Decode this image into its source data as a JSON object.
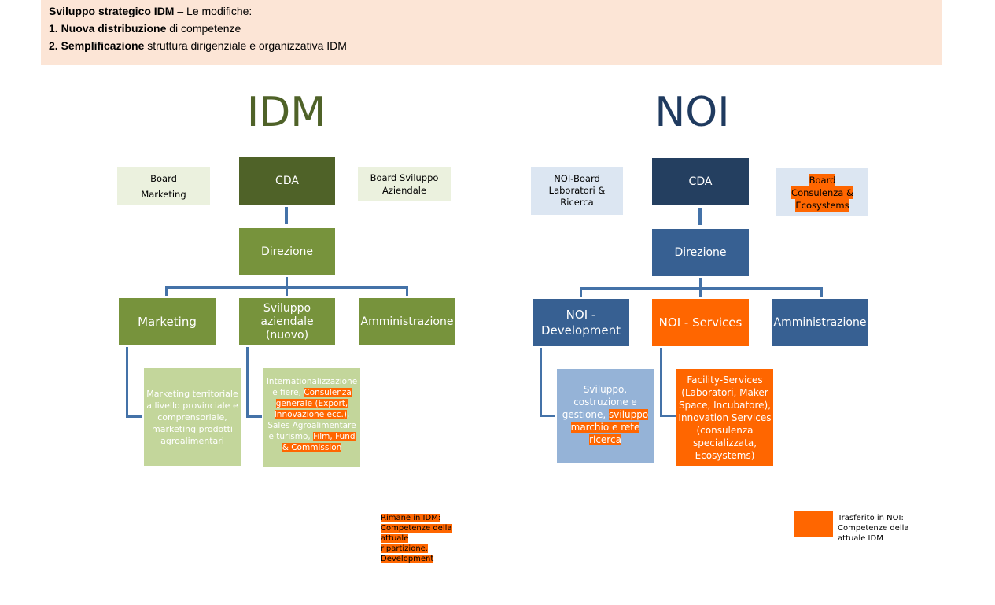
{
  "header": {
    "line1_bold": "Sviluppo strategico IDM",
    "line1_rest": " – Le modifiche:",
    "line2_bold": "1. Nuova distribuzione",
    "line2_rest": " di competenze",
    "line3_bold": "2. Semplificazione",
    "line3_rest": " struttura dirigenziale e organizzativa IDM"
  },
  "idm": {
    "title": "IDM",
    "board_marketing_1": "Board",
    "board_marketing_2": "Marketing",
    "cda": "CDA",
    "board_sviluppo": "Board Sviluppo Aziendale",
    "direzione": "Direzione",
    "marketing": "Marketing",
    "sviluppo": "Sviluppo aziendale (nuovo)",
    "amministrazione": "Amministrazione",
    "desc_marketing": "Marketing territoriale a livello provinciale e comprensoriale, marketing prodotti agroalimentari",
    "desc_sviluppo_1": "Internationalizzazione e fiere, ",
    "desc_sviluppo_2": "Consulenza generale (Export, Innovazione ecc.)",
    "desc_sviluppo_3": ", Sales Agroalimentare e turismo, ",
    "desc_sviluppo_4": "Film, Fund & Commission"
  },
  "noi": {
    "title": "NOI",
    "board_lab": "NOI-Board Laboratori & Ricerca",
    "cda": "CDA",
    "board_consulenza_1": "Board",
    "board_consulenza_2": "Consulenza &",
    "board_consulenza_3": "Ecosystems",
    "direzione": "Direzione",
    "development": "NOI - Development",
    "services": "NOI - Services",
    "amministrazione": "Amministrazione",
    "desc_dev_1": "Sviluppo, costruzione e gestione, ",
    "desc_dev_2": "sviluppo marchio e rete ricerca",
    "desc_services": "Facility-Services (Laboratori, Maker Space, Incubatore), Innovation Services (consulenza specializzata, Ecosystems)"
  },
  "notes": {
    "rimane": "Rimane in IDM: Competenze della attuale ripartizione. Development",
    "trasferito": "Trasferito in NOI: Competenze della attuale IDM"
  },
  "colors": {
    "idm_dark": "#4f6228",
    "idm_mid": "#77933c",
    "idm_light": "#c3d69b",
    "idm_board": "#ebf1de",
    "noi_dark": "#243f60",
    "noi_mid": "#376092",
    "noi_light": "#95b3d7",
    "noi_board": "#dce6f2",
    "orange": "#ff6600",
    "connector": "#4472a8"
  }
}
